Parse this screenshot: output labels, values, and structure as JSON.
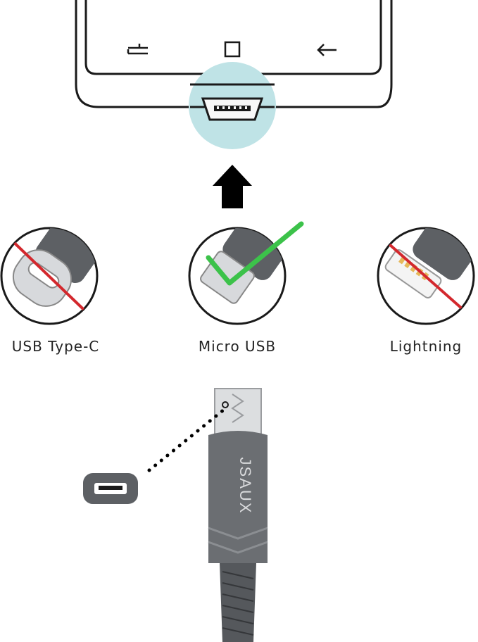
{
  "phone": {
    "nav_icons": [
      "recent-apps-icon",
      "home-icon",
      "back-icon"
    ],
    "port": "micro-usb-port"
  },
  "connectors": [
    {
      "label": "USB Type-C",
      "compatible": false
    },
    {
      "label": "Micro USB",
      "compatible": true
    },
    {
      "label": "Lightning",
      "compatible": false
    }
  ],
  "cable": {
    "brand": "JSAUX"
  },
  "colors": {
    "port_highlight": "#bfe3e6",
    "check": "#3cc24a",
    "cross": "#d3282d",
    "cable_grey": "#6b6e72"
  }
}
